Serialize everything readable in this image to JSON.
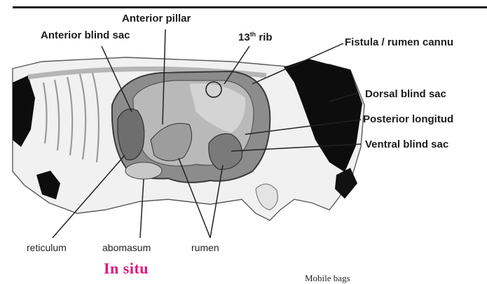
{
  "labels": {
    "anterior_pillar": "Anterior pillar",
    "anterior_blind_sac": "Anterior blind sac",
    "rib_number": "13",
    "rib_suffix": "th",
    "rib_word": " rib",
    "fistula": "Fistula / rumen cannu",
    "dorsal_blind_sac": "Dorsal blind sac",
    "posterior_longitudinal": "Posterior longitud",
    "ventral_blind_sac": "Ventral blind sac",
    "reticulum": "reticulum",
    "abomasum": "abomasum",
    "rumen": "rumen"
  },
  "caption": "In situ",
  "footer_text": "Mobile bags",
  "colors": {
    "caption": "#e0157a",
    "label_text": "#1c1c1c",
    "leader_line": "#222222"
  }
}
